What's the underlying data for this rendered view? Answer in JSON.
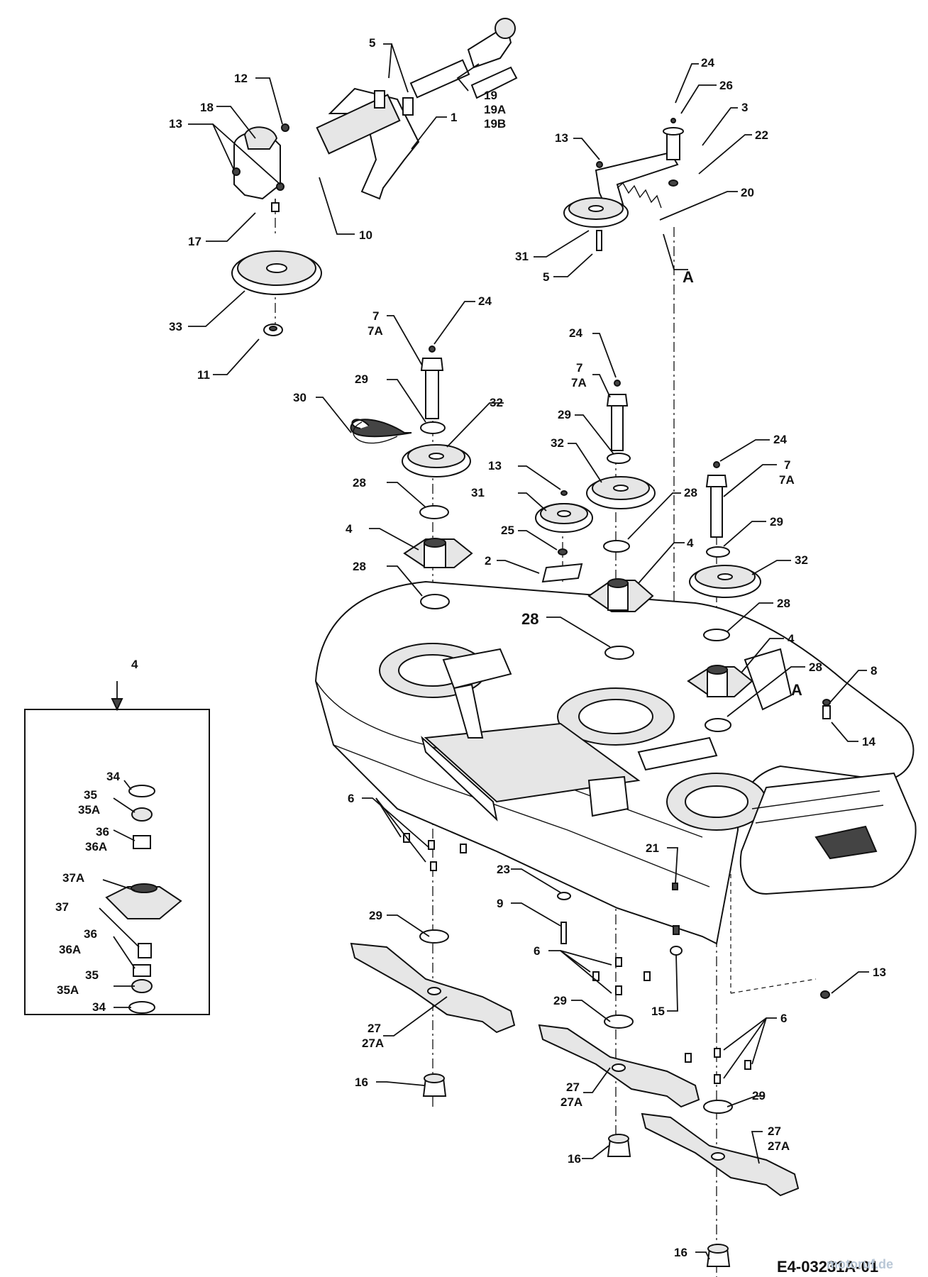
{
  "diagram": {
    "drawing_code": "E4-03231A-01",
    "watermark": "motoruf.de",
    "callouts": {
      "c1": "1",
      "c2": "2",
      "c3": "3",
      "c4a": "4",
      "c4b": "4",
      "c4c": "4",
      "c4inset": "4",
      "c5a": "5",
      "c5b": "5",
      "c6a": "6",
      "c6b": "6",
      "c6c": "6",
      "c7a": "7",
      "c7a_alt": "7A",
      "c7b": "7",
      "c7b_alt": "7A",
      "c7c": "7",
      "c7c_alt": "7A",
      "c8": "8",
      "c9": "9",
      "c10": "10",
      "c11": "11",
      "c12": "12",
      "c13a": "13",
      "c13b": "13",
      "c13c": "13",
      "c13d": "13",
      "c14": "14",
      "c15": "15",
      "c16a": "16",
      "c16b": "16",
      "c16c": "16",
      "c17": "17",
      "c18": "18",
      "c19": "19",
      "c19a": "19A",
      "c19b": "19B",
      "c20": "20",
      "c21": "21",
      "c22": "22",
      "c23": "23",
      "c24a": "24",
      "c24b": "24",
      "c24c": "24",
      "c24d": "24",
      "c25": "25",
      "c26": "26",
      "c27a": "27",
      "c27a_alt": "27A",
      "c27b": "27",
      "c27b_alt": "27A",
      "c27c": "27",
      "c27c_alt": "27A",
      "c28a": "28",
      "c28b": "28",
      "c28c": "28",
      "c28d": "28",
      "c28e": "28",
      "c28f": "28",
      "c29a": "29",
      "c29b": "29",
      "c29c": "29",
      "c29d": "29",
      "c29e": "29",
      "c29f": "29",
      "c30": "30",
      "c31a": "31",
      "c31b": "31",
      "c32a": "32",
      "c32b": "32",
      "c32c": "32",
      "c33": "33",
      "c34a": "34",
      "c34b": "34",
      "c35a": "35",
      "c35a_alt": "35A",
      "c35b": "35",
      "c35b_alt": "35A",
      "c36a": "36",
      "c36a_alt": "36A",
      "c36b": "36",
      "c36b_alt": "36A",
      "c37": "37",
      "c37_alt": "37A",
      "refA1": "A",
      "refA2": "A"
    }
  }
}
